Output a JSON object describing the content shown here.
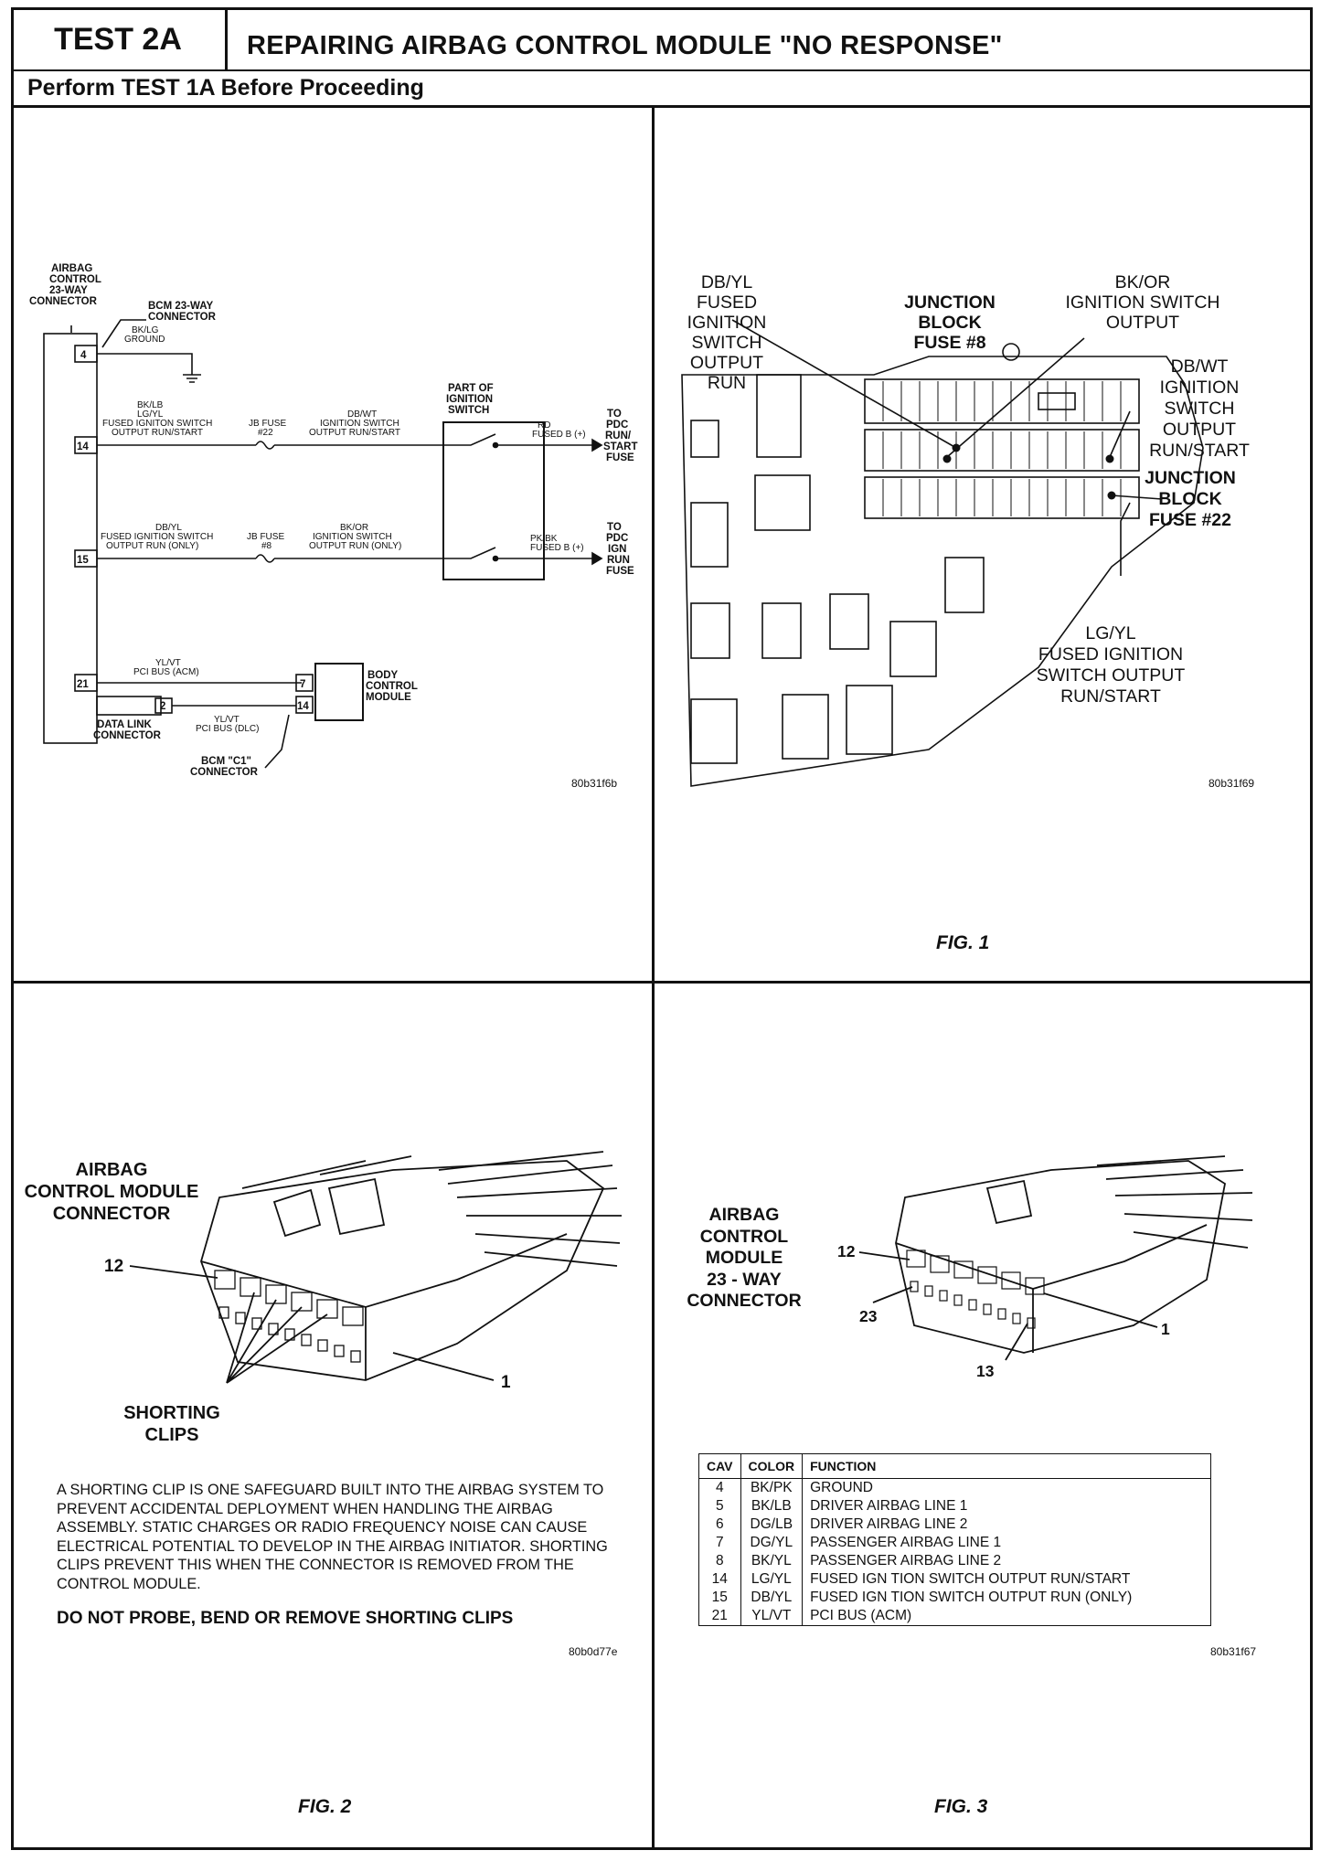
{
  "header": {
    "test_id": "TEST 2A",
    "title": "REPAIRING AIRBAG CONTROL MODULE \"NO RESPONSE\"",
    "subtitle": "Perform TEST 1A Before Proceeding"
  },
  "schematic": {
    "acm_label": [
      "AIRBAG",
      "CONTROL",
      "23-WAY",
      "CONNECTOR"
    ],
    "bcm23_label": [
      "BCM 23-WAY",
      "CONNECTOR"
    ],
    "pin4": "4",
    "ground_wire": [
      "BK/LG",
      "GROUND"
    ],
    "pin14": "14",
    "wire14_left": [
      "BK/LB",
      "LG/YL",
      "FUSED IGNITON SWITCH",
      "OUTPUT RUN/START"
    ],
    "fuse22": [
      "JB FUSE",
      "#22"
    ],
    "wire14_mid": [
      "DB/WT",
      "IGNITION SWITCH",
      "OUTPUT RUN/START"
    ],
    "switch_label": [
      "PART OF",
      "IGNITION",
      "SWITCH"
    ],
    "wire14_right": [
      "RD",
      "FUSED B (+)"
    ],
    "dest14": [
      "TO",
      "PDC",
      "RUN/",
      "START",
      "FUSE"
    ],
    "pin15": "15",
    "wire15_left": [
      "DB/YL",
      "FUSED IGNITION SWITCH",
      "OUTPUT RUN (ONLY)"
    ],
    "fuse8": [
      "JB FUSE",
      "#8"
    ],
    "wire15_mid": [
      "BK/OR",
      "IGNITION SWITCH",
      "OUTPUT RUN (ONLY)"
    ],
    "wire15_right": [
      "PK/BK",
      "FUSED B (+)"
    ],
    "dest15": [
      "TO",
      "PDC",
      "IGN",
      "RUN",
      "FUSE"
    ],
    "pin21": "21",
    "wire21": [
      "YL/VT",
      "PCI BUS (ACM)"
    ],
    "dlc_pin": "2",
    "dlc_label": [
      "DATA LINK",
      "CONNECTOR"
    ],
    "wire_dlc": [
      "YL/VT",
      "PCI BUS (DLC)"
    ],
    "bcm_pin7": "7",
    "bcm_pin14": "14",
    "bcm_label": [
      "BODY",
      "CONTROL",
      "MODULE"
    ],
    "bcm_c1": [
      "BCM \"C1\"",
      "CONNECTOR"
    ],
    "code": "80b31f6b"
  },
  "fig1": {
    "label": "FIG. 1",
    "code": "80b31f69",
    "callouts": {
      "dbyl": [
        "DB/YL",
        "FUSED IGNITION",
        "SWITCH OUTPUT",
        "RUN"
      ],
      "jb8": [
        "JUNCTION BLOCK",
        "FUSE #8"
      ],
      "bkor": [
        "BK/OR",
        "IGNITION SWITCH",
        "OUTPUT"
      ],
      "dbwt": [
        "DB/WT",
        "IGNITION",
        "SWITCH",
        "OUTPUT",
        "RUN/START"
      ],
      "jb22": [
        "JUNCTION",
        "BLOCK",
        "FUSE #22"
      ],
      "lgyl": [
        "LG/YL",
        "FUSED IGNITION",
        "SWITCH OUTPUT",
        "RUN/START"
      ]
    }
  },
  "fig2": {
    "label": "FIG. 2",
    "code": "80b0d77e",
    "title": [
      "AIRBAG",
      "CONTROL MODULE",
      "CONNECTOR"
    ],
    "pin12": "12",
    "pin1": "1",
    "clips": [
      "SHORTING",
      "CLIPS"
    ],
    "warning": "A SHORTING CLIP IS ONE SAFEGUARD BUILT INTO THE AIRBAG SYSTEM TO PREVENT ACCIDENTAL DEPLOYMENT WHEN HANDLING THE AIRBAG ASSEMBLY. STATIC CHARGES OR RADIO FREQUENCY NOISE CAN CAUSE ELECTRICAL POTENTIAL TO DEVELOP IN THE AIRBAG INITIATOR. SHORTING CLIPS PREVENT THIS WHEN THE CONNECTOR IS REMOVED FROM THE CONTROL MODULE.",
    "caution": "DO NOT PROBE, BEND OR REMOVE SHORTING CLIPS"
  },
  "fig3": {
    "label": "FIG. 3",
    "code": "80b31f67",
    "title": [
      "AIRBAG",
      "CONTROL",
      "MODULE",
      "23 - WAY",
      "CONNECTOR"
    ],
    "pin12": "12",
    "pin23": "23",
    "pin13": "13",
    "pin1": "1",
    "table": {
      "headers": [
        "CAV",
        "COLOR",
        "FUNCTION"
      ],
      "rows": [
        [
          "4",
          "BK/PK",
          "GROUND"
        ],
        [
          "5",
          "BK/LB",
          "DRIVER AIRBAG LINE 1"
        ],
        [
          "6",
          "DG/LB",
          "DRIVER AIRBAG LINE 2"
        ],
        [
          "7",
          "DG/YL",
          "PASSENGER AIRBAG LINE 1"
        ],
        [
          "8",
          "BK/YL",
          "PASSENGER AIRBAG LINE 2"
        ],
        [
          "14",
          "LG/YL",
          "FUSED IGN TION SWITCH OUTPUT RUN/START"
        ],
        [
          "15",
          "DB/YL",
          "FUSED IGN TION SWITCH OUTPUT RUN (ONLY)"
        ],
        [
          "21",
          "YL/VT",
          "PCI BUS (ACM)"
        ]
      ]
    }
  }
}
